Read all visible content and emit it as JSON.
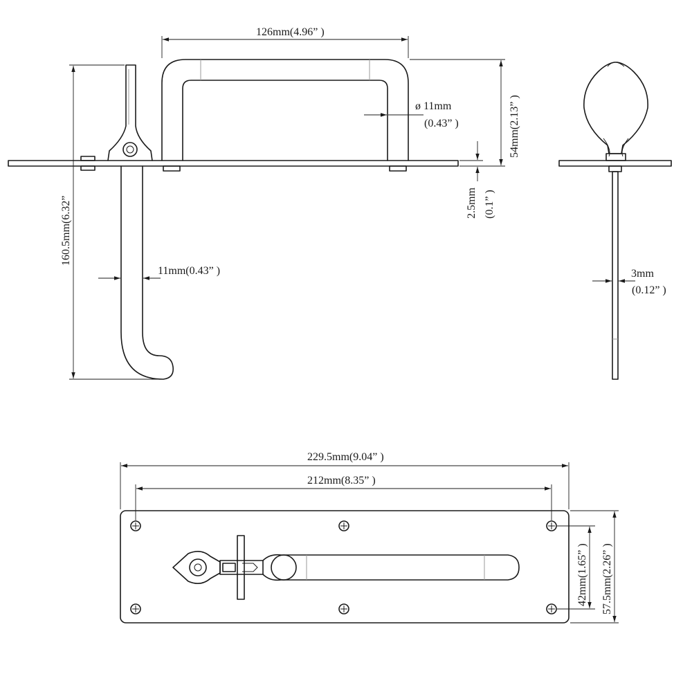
{
  "dimensions": {
    "handle_width": "126mm(4.96” )",
    "rod_diameter_mm": "ø 11mm",
    "rod_diameter_in": "(0.43” )",
    "handle_height": "54mm(2.13” )",
    "plate_thickness_mm": "2.5mm",
    "plate_thickness_in": "(0.1” )",
    "total_height": "160.5mm(6.32”",
    "bolt_width": "11mm(0.43” )",
    "pin_mm": "3mm",
    "pin_in": "(0.12” )",
    "plate_length": "229.5mm(9.04” )",
    "hole_spacing": "212mm(8.35” )",
    "hole_vertical_spacing": "42mm(1.65” )",
    "plate_width": "57.5mm(2.26” )"
  }
}
